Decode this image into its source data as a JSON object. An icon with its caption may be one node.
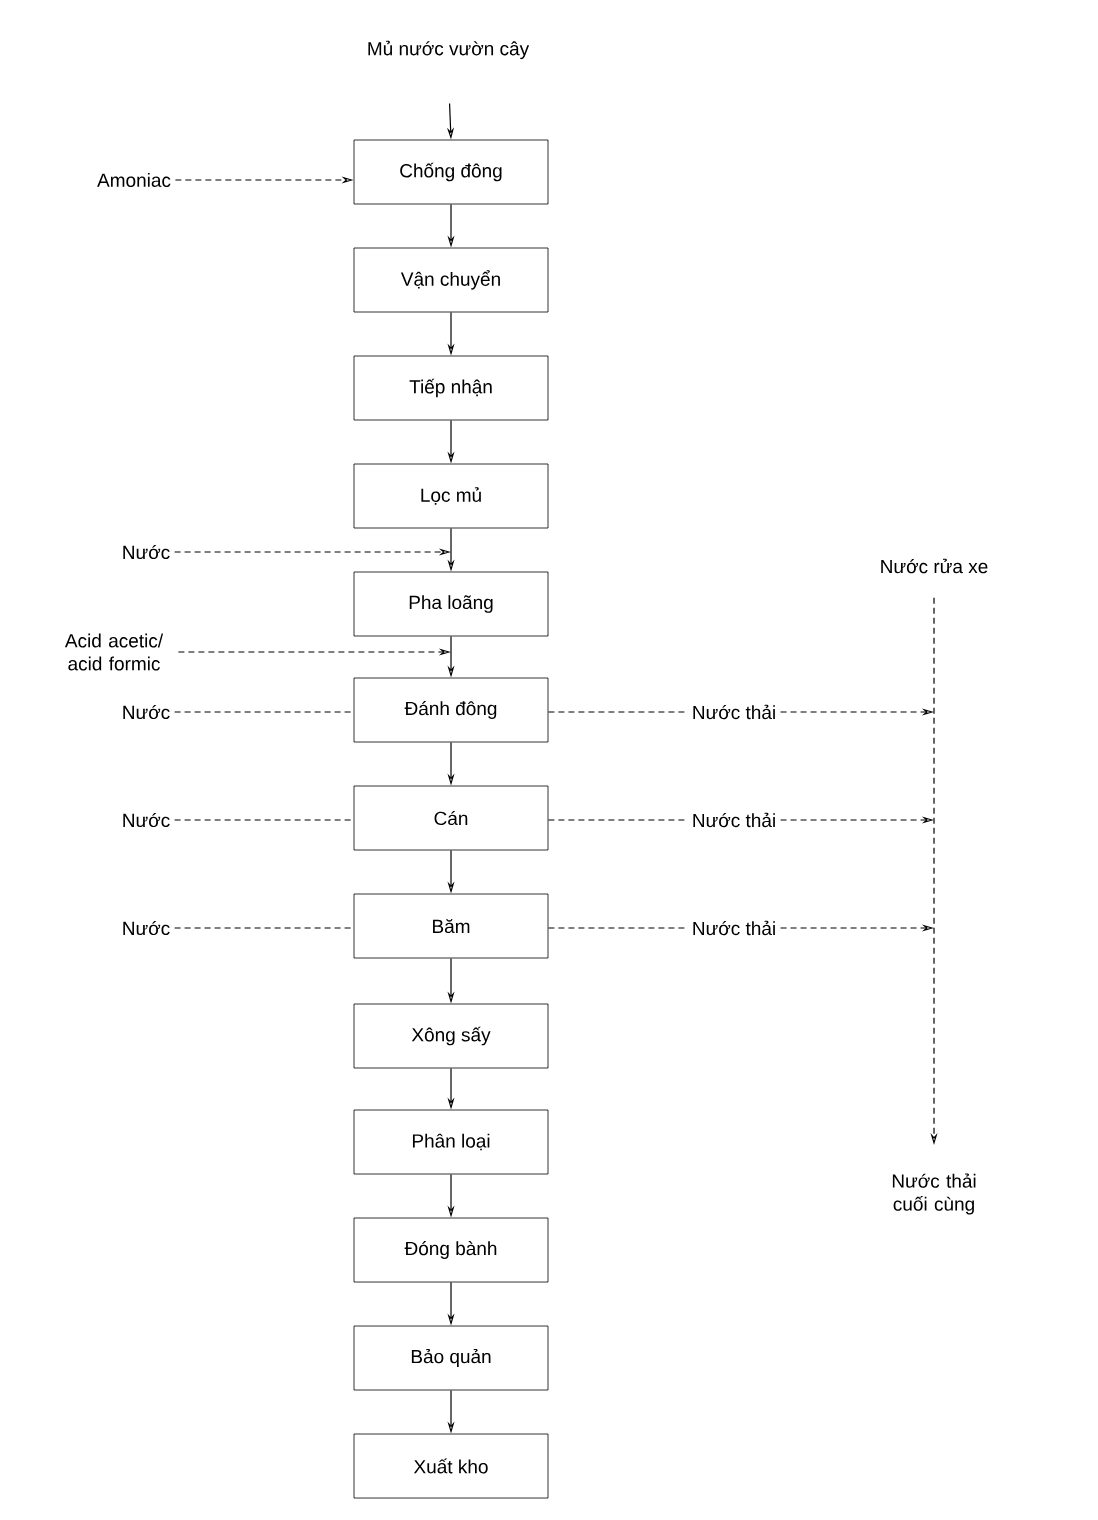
{
  "diagram": {
    "nodes": [
      {
        "text": [
          "Mủ nước vườn cây"
        ]
      },
      {
        "text": [
          "Chống đông"
        ]
      },
      {
        "text": [
          "Vận chuyển"
        ]
      },
      {
        "text": [
          "Tiếp nhận"
        ]
      },
      {
        "text": [
          "Lọc mủ"
        ]
      },
      {
        "text": [
          "Pha loãng"
        ]
      },
      {
        "text": [
          "Đánh đông"
        ]
      },
      {
        "text": [
          "Cán"
        ]
      },
      {
        "text": [
          "Băm"
        ]
      },
      {
        "text": [
          "Xông sấy"
        ]
      },
      {
        "text": [
          "Phân loại"
        ]
      },
      {
        "text": [
          "Đóng bành"
        ]
      },
      {
        "text": [
          "Bảo quản"
        ]
      },
      {
        "text": [
          "Xuất kho"
        ]
      },
      {
        "text": [
          "Amoniac"
        ]
      },
      {
        "text": [
          "Nước"
        ]
      },
      {
        "text": [
          "Acid acetic/ acid formic"
        ]
      },
      {
        "text": [
          "Nước"
        ]
      },
      {
        "text": [
          "Nước thải"
        ]
      },
      {
        "text": [
          "Nước"
        ]
      },
      {
        "text": [
          "Nước thải"
        ]
      },
      {
        "text": [
          "Nước"
        ]
      },
      {
        "text": [
          "Nước thải"
        ]
      },
      {
        "text": [
          "Nước rửa xe"
        ]
      },
      {
        "text": [
          "Nước thải cuối cùng"
        ]
      }
    ],
    "edges": [
      {
        "from": 0,
        "to": 1,
        "arrow": "to"
      },
      {
        "from": 1,
        "to": 2,
        "arrow": "to"
      },
      {
        "from": 2,
        "to": 3,
        "arrow": "to"
      },
      {
        "from": 3,
        "to": 4,
        "arrow": "to"
      },
      {
        "from": 4,
        "to": 5,
        "arrow": "to"
      },
      {
        "from": 5,
        "to": 6,
        "arrow": "to"
      },
      {
        "from": 6,
        "to": 7,
        "arrow": "to"
      },
      {
        "from": 7,
        "to": 8,
        "arrow": "to"
      },
      {
        "from": 8,
        "to": 9,
        "arrow": "to"
      },
      {
        "from": 9,
        "to": 10,
        "arrow": "to"
      },
      {
        "from": 10,
        "to": 11,
        "arrow": "to"
      },
      {
        "from": 11,
        "to": 12,
        "arrow": "to"
      },
      {
        "from": 12,
        "to": 13,
        "arrow": "to"
      },
      {
        "from": 14,
        "to": 1,
        "arrow": "to",
        "style": "dashed"
      },
      {
        "from": 15,
        "to": 5,
        "arrow": "to",
        "style": "dashed"
      },
      {
        "from": 16,
        "to": 6,
        "arrow": "to",
        "style": "dashed"
      },
      {
        "from": 17,
        "to": 6,
        "arrow": "none",
        "style": "dashed"
      },
      {
        "from": 6,
        "to": 18,
        "arrow": "none",
        "style": "dashed"
      },
      {
        "from": 18,
        "to": null,
        "arrow": "to",
        "style": "dashed"
      },
      {
        "from": 19,
        "to": 7,
        "arrow": "none",
        "style": "dashed"
      },
      {
        "from": 7,
        "to": 20,
        "arrow": "none",
        "style": "dashed"
      },
      {
        "from": 20,
        "to": null,
        "arrow": "to",
        "style": "dashed"
      },
      {
        "from": 21,
        "to": 8,
        "arrow": "none",
        "style": "dashed"
      },
      {
        "from": 8,
        "to": 22,
        "arrow": "none",
        "style": "dashed"
      },
      {
        "from": 22,
        "to": null,
        "arrow": "to",
        "style": "dashed"
      },
      {
        "from": 23,
        "to": 24,
        "arrow": "to",
        "style": "dashed"
      }
    ]
  }
}
